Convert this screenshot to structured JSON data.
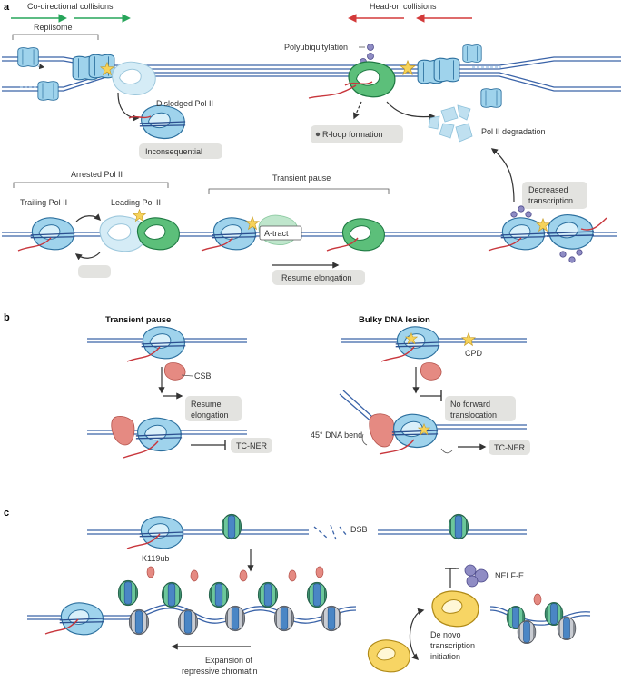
{
  "panels": {
    "a": "a",
    "b": "b",
    "c": "c"
  },
  "panel_a": {
    "co_directional": "Co-directional collisions",
    "head_on": "Head-on collisions",
    "replisome": "Replisome",
    "dislodged": "Dislodged Pol II",
    "inconsequential": "Inconsequential",
    "polyubiquitylation": "Polyubiquitylation",
    "r_loop": "R-loop formation",
    "pol2_degradation": "Pol II degradation",
    "arrested": "Arrested Pol II",
    "trailing": "Trailing Pol II",
    "leading": "Leading Pol II",
    "transient_pause": "Transient pause",
    "a_tract": "A-tract",
    "resume_elongation": "Resume elongation",
    "decreased_1": "Decreased",
    "decreased_2": "transcription"
  },
  "panel_b": {
    "transient_pause": "Transient pause",
    "bulky_lesion": "Bulky DNA lesion",
    "csb": "CSB",
    "cpd": "CPD",
    "resume_1": "Resume",
    "resume_2": "elongation",
    "no_forward_1": "No forward",
    "no_forward_2": "translocation",
    "tc_ner_left": "TC-NER",
    "tc_ner_right": "TC-NER",
    "dna_bend": "45° DNA bend"
  },
  "panel_c": {
    "dsb": "DSB",
    "nelf_e": "NELF-E",
    "k119ub": "K119ub",
    "expansion_1": "Expansion of",
    "expansion_2": "repressive chromatin",
    "de_novo_1": "De novo",
    "de_novo_2": "transcription",
    "de_novo_3": "initiation"
  },
  "colors": {
    "polymerase_blue": "#9fd3ec",
    "polymerase_outline": "#2b6f9e",
    "leading_green": "#5cbf7a",
    "rna_red": "#c8363c",
    "dna_blue": "#3a63a8",
    "star_yellow": "#f6d35b",
    "csb_pink": "#e58a82",
    "yellow_pol": "#f7d564",
    "nelf_purple": "#8f8cc4",
    "arrow_green": "#27a55a",
    "arrow_red": "#d33a3a",
    "label_box": "#e3e3e0"
  }
}
